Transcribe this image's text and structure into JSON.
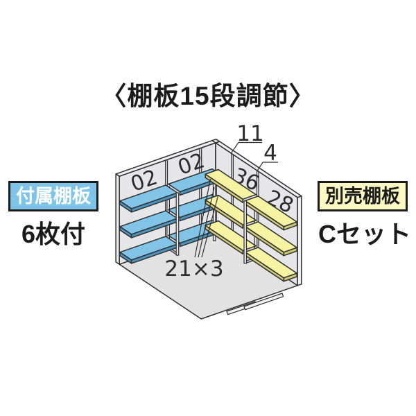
{
  "title": "〈棚板15段調節〉",
  "colors": {
    "shelf_blue": "#82c3e8",
    "shelf_blue_edge": "#4e93bc",
    "shelf_yellow": "#f6f3a2",
    "shelf_yellow_edge": "#cfc878",
    "label_blue_bg": "#7ec4e9",
    "label_yellow_bg": "#fbf8c3",
    "wall": "#e6e6e8",
    "floor": "#e2e2e3",
    "line": "#2e2e2e"
  },
  "diagram": {
    "wall_panels": {
      "left_1": "02",
      "left_2": "02",
      "right_1": "36",
      "right_2": "28"
    },
    "dimensions": {
      "corner_panel": "11",
      "joint_panel": "4",
      "supports": "21×3"
    }
  },
  "included": {
    "tag": "付属棚板",
    "note": "6枚付"
  },
  "sold_separately": {
    "tag": "別売棚板",
    "note": "Cセット"
  }
}
